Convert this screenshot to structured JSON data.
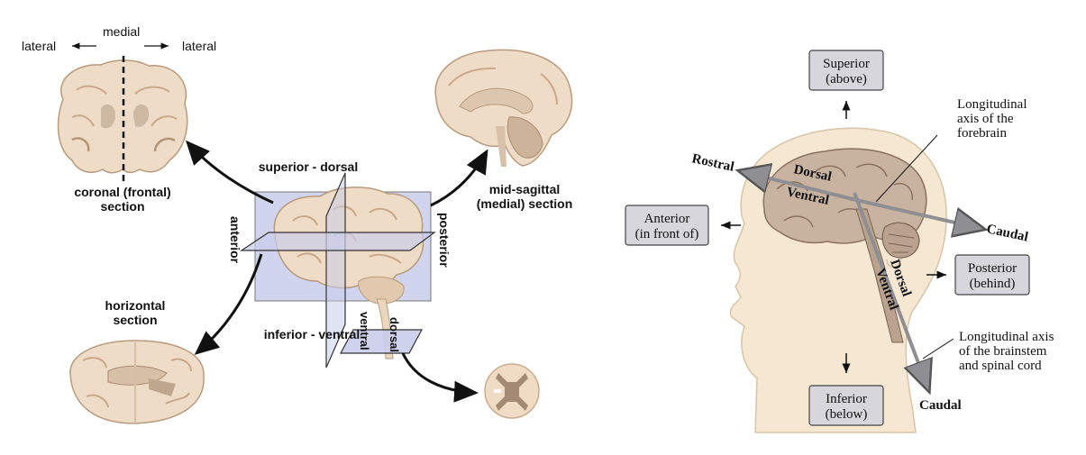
{
  "left_diagram": {
    "medial": "medial",
    "lateral_left": "lateral",
    "lateral_right": "lateral",
    "coronal_line1": "coronal (frontal)",
    "coronal_line2": "section",
    "midsagittal_line1": "mid-sagittal",
    "midsagittal_line2": "(medial) section",
    "horizontal_line1": "horizontal",
    "horizontal_line2": "section",
    "superior_dorsal": "superior - dorsal",
    "inferior_ventral": "inferior - ventral",
    "anterior": "anterior",
    "posterior": "posterior",
    "ventral_cord": "ventral",
    "dorsal_cord": "dorsal"
  },
  "right_diagram": {
    "superior_line1": "Superior",
    "superior_line2": "(above)",
    "inferior_line1": "Inferior",
    "inferior_line2": "(below)",
    "anterior_line1": "Anterior",
    "anterior_line2": "(in front of)",
    "posterior_line1": "Posterior",
    "posterior_line2": "(behind)",
    "rostral": "Rostral",
    "caudal_upper": "Caudal",
    "caudal_lower": "Caudal",
    "dorsal_forebrain": "Dorsal",
    "ventral_forebrain": "Ventral",
    "dorsal_brainstem": "Dorsal",
    "ventral_brainstem": "Ventral",
    "forebrain_axis_line1": "Longitudinal",
    "forebrain_axis_line2": "axis of the",
    "forebrain_axis_line3": "forebrain",
    "brainstem_axis_line1": "Longitudinal axis",
    "brainstem_axis_line2": "of the brainstem",
    "brainstem_axis_line3": "and spinal cord"
  },
  "colors": {
    "brain_tissue": "#efdcc6",
    "brain_outline": "#b89b7e",
    "plane_fill": "#c9cdea",
    "box_fill": "#d6d6dc",
    "skin": "#f6e7d2"
  }
}
